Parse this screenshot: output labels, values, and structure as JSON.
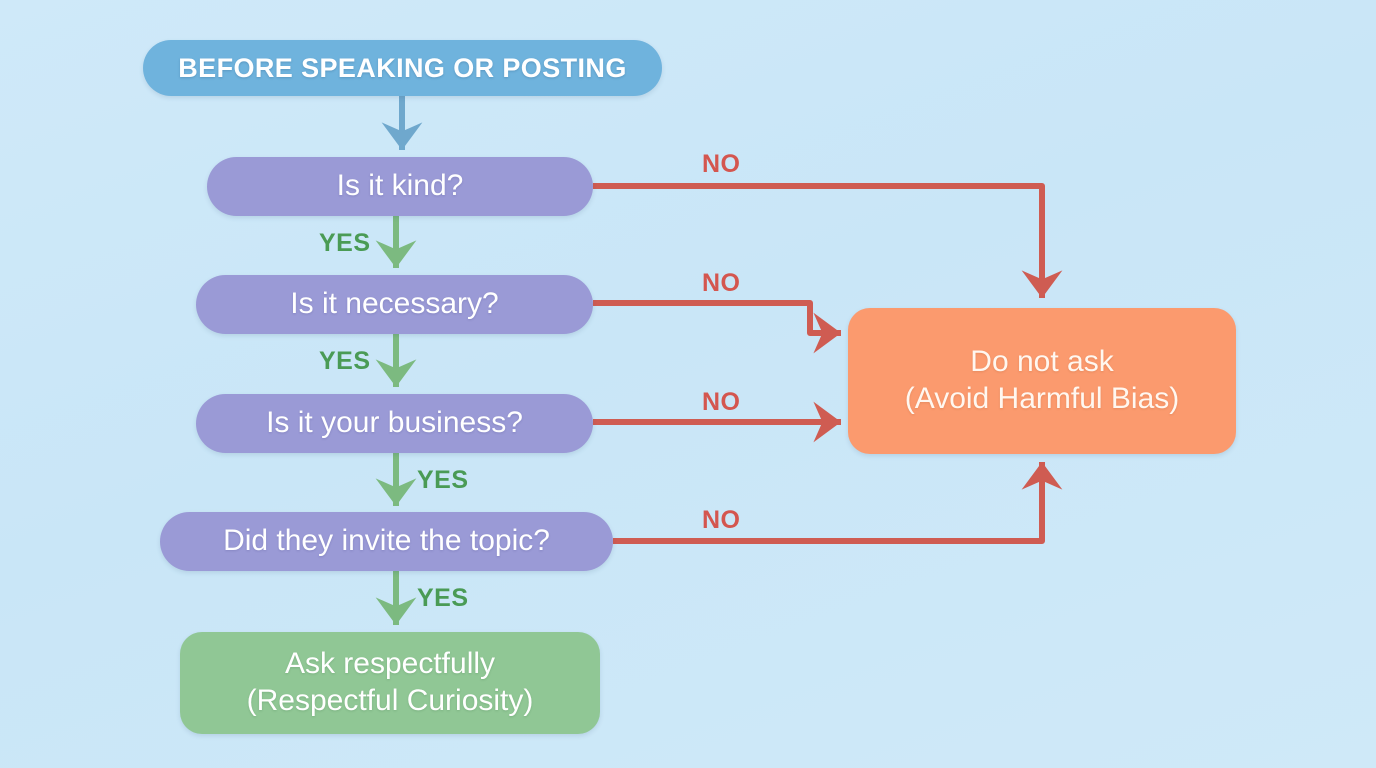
{
  "diagram": {
    "title": "BEFORE SPEAKING OR POSTING",
    "background_color": "#cbe7f8",
    "colors": {
      "header": "#6fb3dd",
      "decision": "#9a9ad6",
      "yes_arrow": "#7cba80",
      "no_arrow": "#cf5c52",
      "outcome_good": "#90c795",
      "outcome_bad": "#fb9a6e",
      "yes_label": "#4a9b55",
      "no_label": "#d4564f"
    },
    "nodes": {
      "header": "BEFORE SPEAKING OR POSTING",
      "q1": "Is it kind?",
      "q2": "Is it necessary?",
      "q3": "Is it your business?",
      "q4": "Did they invite the topic?",
      "outcome_bad_line1": "Do not ask",
      "outcome_bad_line2": "(Avoid Harmful Bias)",
      "outcome_good_line1": "Ask respectfully",
      "outcome_good_line2": "(Respectful Curiosity)"
    },
    "edges": {
      "yes1": "YES",
      "yes2": "YES",
      "yes3": "YES",
      "yes4": "YES",
      "no1": "NO",
      "no2": "NO",
      "no3": "NO",
      "no4": "NO"
    }
  }
}
